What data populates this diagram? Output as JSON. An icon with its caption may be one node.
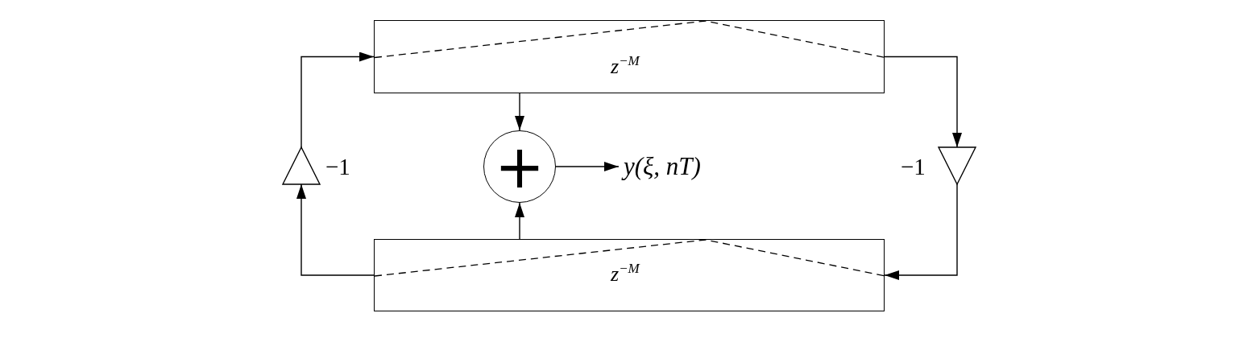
{
  "diagram": {
    "nodes": [
      {
        "text": [
          "z$^{−M}$"
        ]
      },
      {
        "text": [],
        "shape": "triangle",
        "beside": [
          "−1"
        ]
      },
      {
        "text": [
          "+"
        ]
      },
      {
        "text": [
          "y(ξ, nT)"
        ]
      },
      {
        "text": [],
        "shape": "triangle",
        "beside": [
          "−1"
        ]
      },
      {
        "text": [
          "z$^{−M}$"
        ]
      }
    ],
    "edges": [
      {
        "from": 0,
        "to": 2,
        "arrow": "to"
      },
      {
        "from": 5,
        "to": 2,
        "arrow": "to"
      },
      {
        "from": 2,
        "to": 3,
        "arrow": "to"
      },
      {
        "from": 5,
        "to": 1,
        "arrow": "to"
      },
      {
        "from": 1,
        "to": 0,
        "arrow": "to"
      },
      {
        "from": 0,
        "to": 4,
        "arrow": "to"
      },
      {
        "from": 4,
        "to": 5,
        "arrow": "to"
      }
    ]
  }
}
